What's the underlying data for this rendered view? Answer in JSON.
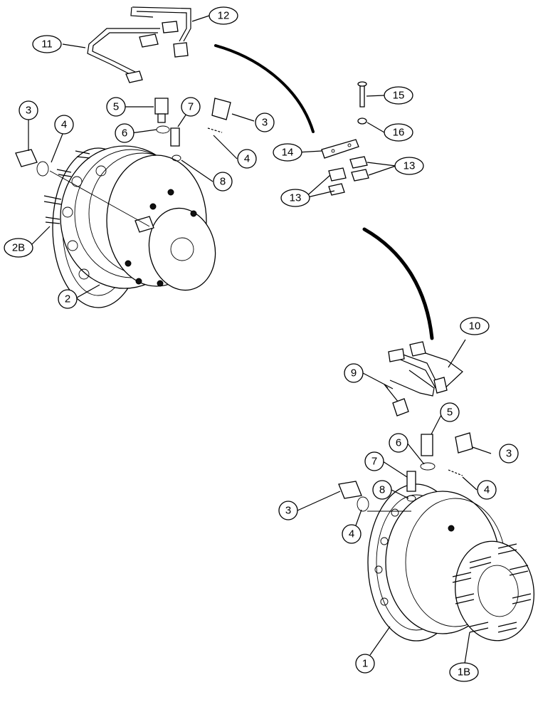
{
  "callouts": [
    {
      "id": "c11",
      "label": "11"
    },
    {
      "id": "c12",
      "label": "12"
    },
    {
      "id": "c3a",
      "label": "3"
    },
    {
      "id": "c4a",
      "label": "4"
    },
    {
      "id": "c5a",
      "label": "5"
    },
    {
      "id": "c6a",
      "label": "6"
    },
    {
      "id": "c7a",
      "label": "7"
    },
    {
      "id": "c3b",
      "label": "3"
    },
    {
      "id": "c4b",
      "label": "4"
    },
    {
      "id": "c8a",
      "label": "8"
    },
    {
      "id": "c2B",
      "label": "2B"
    },
    {
      "id": "c2",
      "label": "2"
    },
    {
      "id": "c15",
      "label": "15"
    },
    {
      "id": "c16",
      "label": "16"
    },
    {
      "id": "c14",
      "label": "14"
    },
    {
      "id": "c13a",
      "label": "13"
    },
    {
      "id": "c13b",
      "label": "13"
    },
    {
      "id": "c10",
      "label": "10"
    },
    {
      "id": "c9",
      "label": "9"
    },
    {
      "id": "c5b",
      "label": "5"
    },
    {
      "id": "c6b",
      "label": "6"
    },
    {
      "id": "c3c",
      "label": "3"
    },
    {
      "id": "c7b",
      "label": "7"
    },
    {
      "id": "c8b",
      "label": "8"
    },
    {
      "id": "c4c",
      "label": "4"
    },
    {
      "id": "c3d",
      "label": "3"
    },
    {
      "id": "c4d",
      "label": "4"
    },
    {
      "id": "c1",
      "label": "1"
    },
    {
      "id": "c1B",
      "label": "1B"
    }
  ]
}
